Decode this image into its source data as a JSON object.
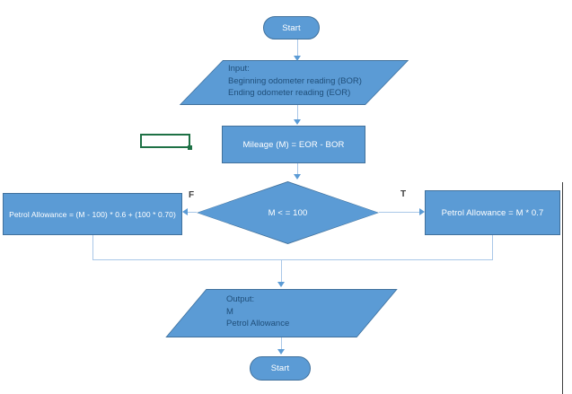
{
  "palette": {
    "shape_fill": "#5B9BD5",
    "shape_border": "#41719C",
    "connector": "#A9C7E8",
    "arrowhead": "#5B9BD5",
    "shape_text_light": "#FFFFFF",
    "shape_text_dark": "#1F4E79",
    "branch_label": "#404040",
    "cell_border": "#1E7145",
    "page_edge": "#3C3C3C"
  },
  "flowchart": {
    "terminal_top": {
      "label": "Start"
    },
    "input_block": {
      "title": "Input:",
      "lines": [
        "Beginning odometer reading (BOR)",
        "Ending odometer reading (EOR)"
      ]
    },
    "process_mileage": {
      "label": "Mileage (M) = EOR - BOR"
    },
    "decision": {
      "label": "M < = 100",
      "false_label": "F",
      "true_label": "T"
    },
    "process_false_branch": {
      "label": "Petrol Allowance = (M - 100) * 0.6 + (100 * 0.70)"
    },
    "process_true_branch": {
      "label": "Petrol Allowance = M * 0.7"
    },
    "output_block": {
      "title": "Output:",
      "lines": [
        "M",
        "Petrol Allowance"
      ]
    },
    "terminal_bottom": {
      "label": "Start"
    }
  }
}
